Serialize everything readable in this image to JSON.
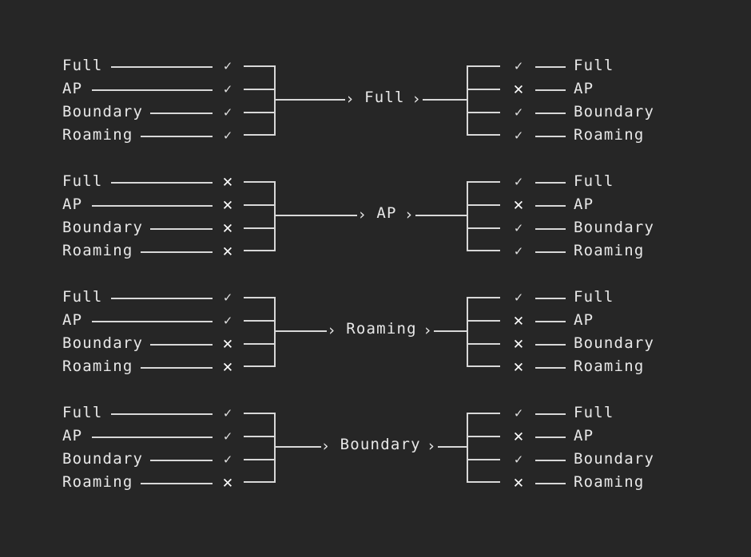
{
  "theme": {
    "background": "#262626",
    "foreground": "#e8e8e8",
    "line": "#d8d8d8",
    "check_color": "#e0e0e0",
    "cross_color": "#ffffff"
  },
  "glyphs": {
    "check": "✓",
    "cross": "✕",
    "arrowhead": "›",
    "arrow_tail": "›"
  },
  "row_labels": [
    "Full",
    "AP",
    "Boundary",
    "Roaming"
  ],
  "blocks": [
    {
      "center_label": "Full",
      "left": {
        "labels": [
          "Full",
          "AP",
          "Boundary",
          "Roaming"
        ],
        "marks": [
          "check",
          "check",
          "check",
          "check"
        ]
      },
      "right": {
        "labels": [
          "Full",
          "AP",
          "Boundary",
          "Roaming"
        ],
        "marks": [
          "check",
          "cross",
          "check",
          "check"
        ]
      }
    },
    {
      "center_label": "AP",
      "left": {
        "labels": [
          "Full",
          "AP",
          "Boundary",
          "Roaming"
        ],
        "marks": [
          "cross",
          "cross",
          "cross",
          "cross"
        ]
      },
      "right": {
        "labels": [
          "Full",
          "AP",
          "Boundary",
          "Roaming"
        ],
        "marks": [
          "check",
          "cross",
          "check",
          "check"
        ]
      }
    },
    {
      "center_label": "Roaming",
      "left": {
        "labels": [
          "Full",
          "AP",
          "Boundary",
          "Roaming"
        ],
        "marks": [
          "check",
          "check",
          "cross",
          "cross"
        ]
      },
      "right": {
        "labels": [
          "Full",
          "AP",
          "Boundary",
          "Roaming"
        ],
        "marks": [
          "check",
          "cross",
          "cross",
          "cross"
        ]
      }
    },
    {
      "center_label": "Boundary",
      "left": {
        "labels": [
          "Full",
          "AP",
          "Boundary",
          "Roaming"
        ],
        "marks": [
          "check",
          "check",
          "check",
          "cross"
        ]
      },
      "right": {
        "labels": [
          "Full",
          "AP",
          "Boundary",
          "Roaming"
        ],
        "marks": [
          "check",
          "cross",
          "check",
          "cross"
        ]
      }
    }
  ]
}
